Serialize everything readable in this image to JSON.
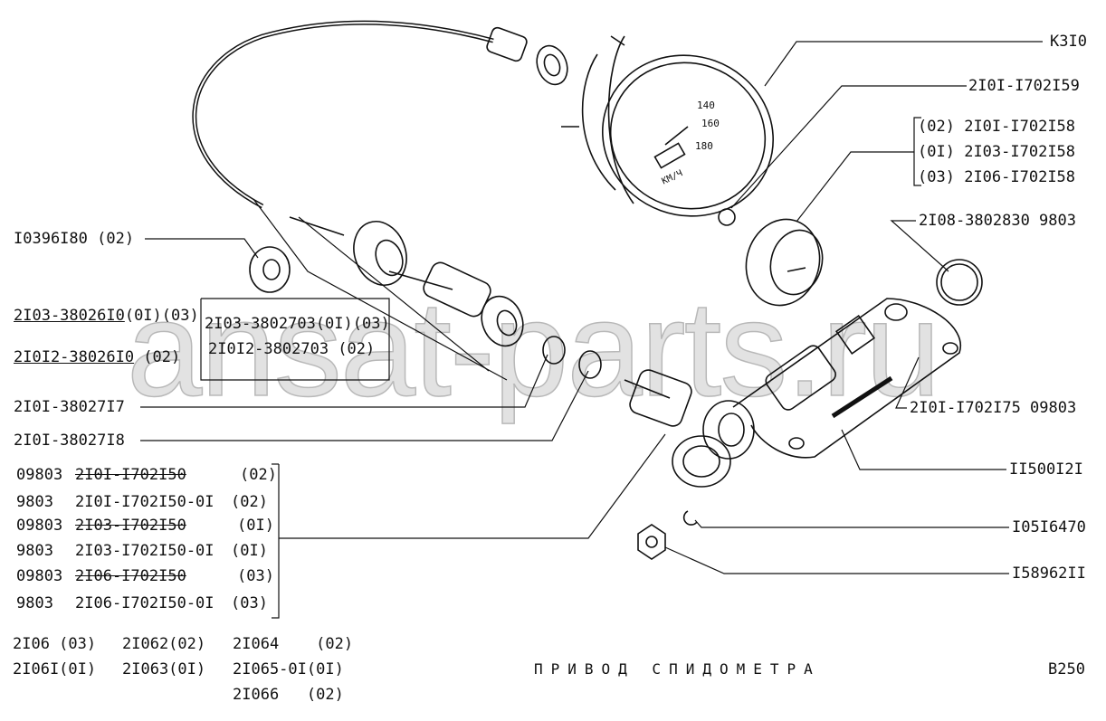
{
  "watermark": "ansat-parts.ru",
  "title": "ПРИВОД СПИДОМЕТРА",
  "page_code": "B250",
  "gauge_marks": [
    "140",
    "160",
    "180",
    "KM/Ч"
  ],
  "right_labels": {
    "instrument": "К3I0",
    "bulb": "2I0I-I702I59",
    "holder_group": [
      {
        "variant": "(02)",
        "part": "2I0I-I702I58"
      },
      {
        "variant": "(0I)",
        "part": "2I03-I702I58"
      },
      {
        "variant": "(03)",
        "part": "2I06-I702I58"
      }
    ],
    "ring": "2I08-3802830 9803",
    "flange": "2I0I-I702I75 09803",
    "stud": "II500I2I",
    "clip": "I05I6470",
    "nut": "I58962II"
  },
  "left_labels": {
    "bushing": "I0396I80 (02)",
    "cable_a": {
      "part": "2I03-38026I0",
      "suffix": "(0I)(03)"
    },
    "cable_b": {
      "part": "2I0I2-38026I0",
      "suffix": " (02)"
    },
    "cable_inner_a": "2I03-3802703(0I)(03)",
    "cable_inner_b": "2I0I2-3802703 (02)",
    "washer_1": "2I0I-38027I7",
    "washer_2": "2I0I-38027I8"
  },
  "drive_list": [
    {
      "code": "09803",
      "part": "2I0I-I702I50",
      "variant": "(02)",
      "struck": true
    },
    {
      "code": "9803",
      "part": "2I0I-I702I50-0I",
      "variant": "(02)",
      "struck": false
    },
    {
      "code": "09803",
      "part": "2I03-I702I50",
      "variant": "(0I)",
      "struck": true
    },
    {
      "code": "9803",
      "part": "2I03-I702I50-0I",
      "variant": "(0I)",
      "struck": false
    },
    {
      "code": "09803",
      "part": "2I06-I702I50",
      "variant": "(03)",
      "struck": true
    },
    {
      "code": "9803",
      "part": "2I06-I702I50-0I",
      "variant": "(03)",
      "struck": false
    }
  ],
  "models": [
    [
      "2I06 (03)",
      "2I062(02)",
      "2I064    (02)"
    ],
    [
      "2I06I(0I)",
      "2I063(0I)",
      "2I065-0I(0I)"
    ],
    [
      "",
      "",
      "2I066   (02)"
    ]
  ]
}
